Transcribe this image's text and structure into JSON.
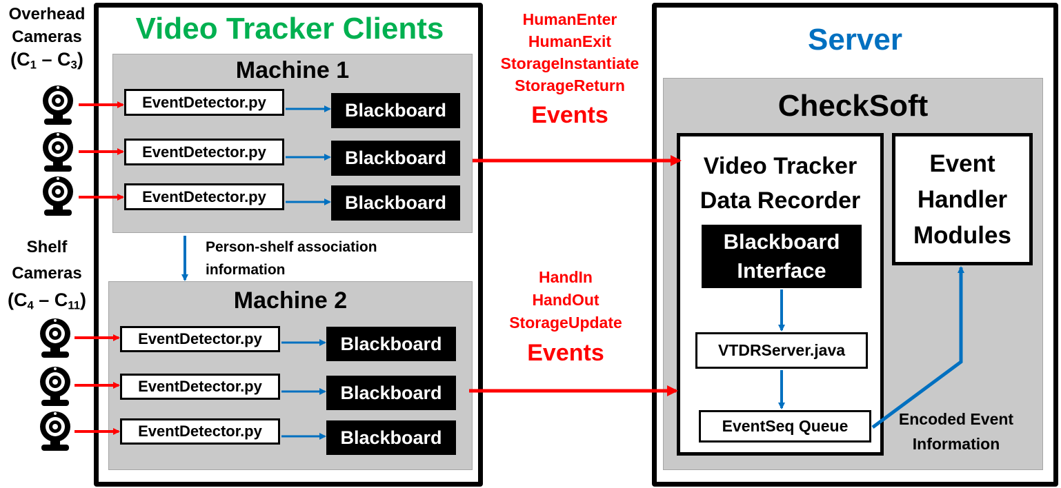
{
  "clients": {
    "title": "Video Tracker Clients",
    "machine1": {
      "title": "Machine 1",
      "rows": [
        {
          "detector": "EventDetector.py",
          "board": "Blackboard"
        },
        {
          "detector": "EventDetector.py",
          "board": "Blackboard"
        },
        {
          "detector": "EventDetector.py",
          "board": "Blackboard"
        }
      ]
    },
    "machine2": {
      "title": "Machine 2",
      "rows": [
        {
          "detector": "EventDetector.py",
          "board": "Blackboard"
        },
        {
          "detector": "EventDetector.py",
          "board": "Blackboard"
        },
        {
          "detector": "EventDetector.py",
          "board": "Blackboard"
        }
      ]
    },
    "association": {
      "line1": "Person-shelf association",
      "line2": "information"
    }
  },
  "cameras": {
    "overhead": {
      "line1": "Overhead",
      "line2": "Cameras",
      "range_open": "(C",
      "start_sub": "1",
      "dash": " – C",
      "end_sub": "3",
      "range_close": ")"
    },
    "shelf": {
      "line1": "Shelf",
      "line2": "Cameras",
      "range_open": "(C",
      "start_sub": "4",
      "dash": " – C",
      "end_sub": "11",
      "range_close": ")"
    }
  },
  "events_top": {
    "items": [
      "HumanEnter",
      "HumanExit",
      "StorageInstantiate",
      "StorageReturn"
    ],
    "label": "Events"
  },
  "events_bottom": {
    "items": [
      "HandIn",
      "HandOut",
      "StorageUpdate"
    ],
    "label": "Events"
  },
  "server": {
    "title": "Server",
    "checksoft": {
      "title": "CheckSoft",
      "vtdr": {
        "line1": "Video Tracker",
        "line2": "Data Recorder"
      },
      "bb_interface": {
        "line1": "Blackboard",
        "line2": "Interface"
      },
      "vtdr_server": "VTDRServer.java",
      "event_queue": "EventSeq Queue",
      "handler": {
        "line1": "Event",
        "line2": "Handler",
        "line3": "Modules"
      },
      "encoded": {
        "line1": "Encoded Event",
        "line2": "Information"
      }
    }
  },
  "colors": {
    "red": "#ff0000",
    "blue_arrow": "#0070c0",
    "green_title": "#00b050",
    "blue_title": "#0070c0"
  },
  "icons": {
    "camera": "webcam-icon"
  }
}
